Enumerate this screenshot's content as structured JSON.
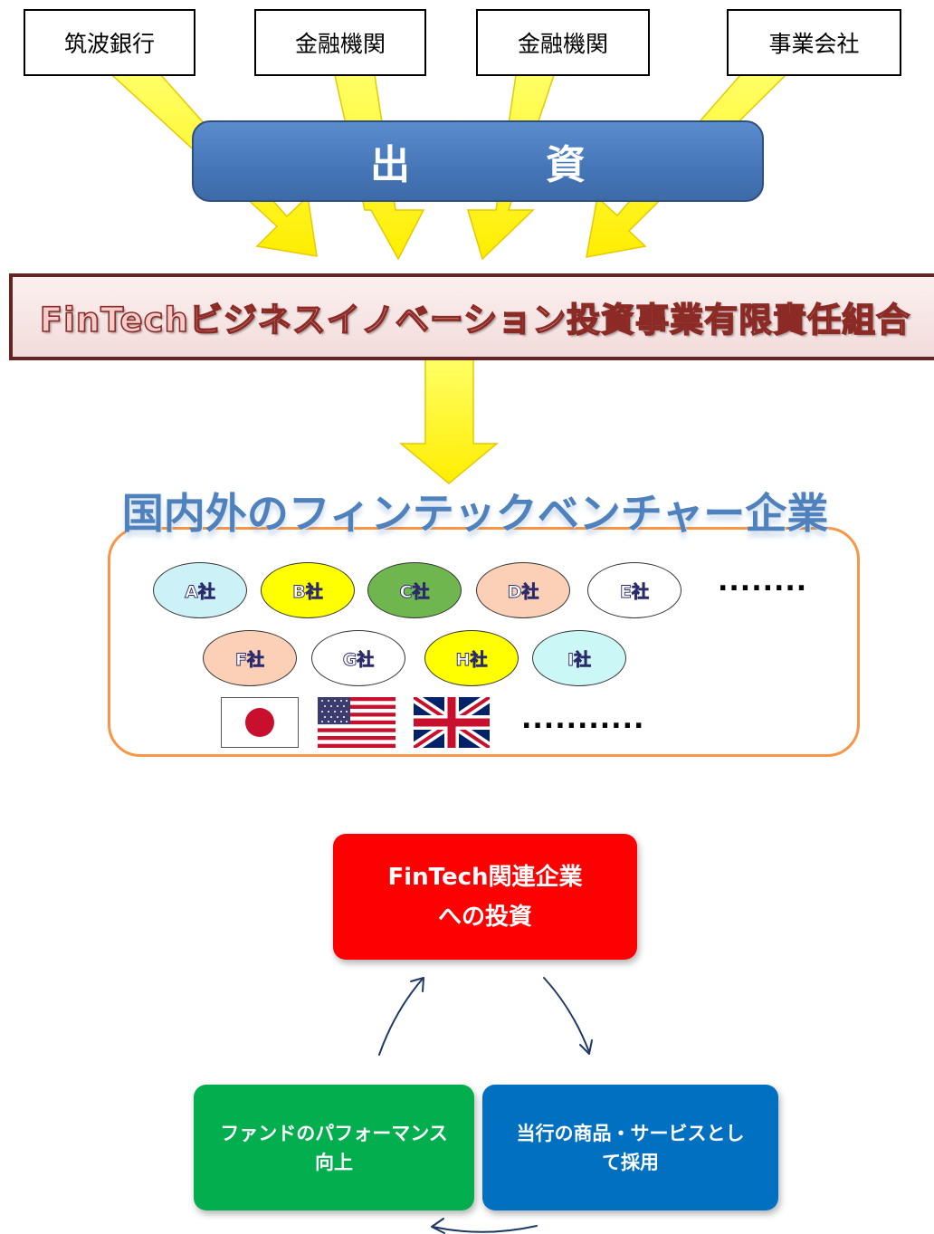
{
  "sources": {
    "items": [
      {
        "label": "筑波銀行"
      },
      {
        "label": "金融機関"
      },
      {
        "label": "金融機関"
      },
      {
        "label": "事業会社"
      }
    ]
  },
  "investment": {
    "char1": "出",
    "char2": "資"
  },
  "fund": {
    "name": "FinTechビジネスイノベーション投資事業有限責任組合"
  },
  "ventures": {
    "title": "国内外のフィンテックベンチャー企業",
    "companies": [
      {
        "label": "A社",
        "color": "#ccf2f8"
      },
      {
        "label": "B社",
        "color": "#ffff00"
      },
      {
        "label": "C社",
        "color": "#70b64f"
      },
      {
        "label": "D社",
        "color": "#fbd0b6"
      },
      {
        "label": "E社",
        "color": "#ffffff"
      },
      {
        "label": "F社",
        "color": "#fbd0b6"
      },
      {
        "label": "G社",
        "color": "#ffffff"
      },
      {
        "label": "H社",
        "color": "#ffff00"
      },
      {
        "label": "I社",
        "color": "#ccf7f7"
      }
    ],
    "ellipsis_row1": "........",
    "ellipsis_row2": "...........",
    "flags": [
      {
        "icon": "japan-flag-icon"
      },
      {
        "icon": "usa-flag-icon"
      },
      {
        "icon": "uk-flag-icon"
      }
    ]
  },
  "cycle": {
    "invest": {
      "line1": "FinTech関連企業",
      "line2": "への投資",
      "color": "#fd0001"
    },
    "adopt": {
      "line1": "当行の商品・サービスとし",
      "line2": "て採用",
      "color": "#0270c0"
    },
    "fund": {
      "line1": "ファンドのパフォーマンス",
      "line2": "向上",
      "color": "#02ae4e"
    }
  },
  "colors": {
    "arrow_fill": "#ffff00",
    "banner": "#4f81bd",
    "fund_border": "#632523",
    "ventures_border": "#f79646",
    "cycle_arrow": "#1f3864"
  }
}
